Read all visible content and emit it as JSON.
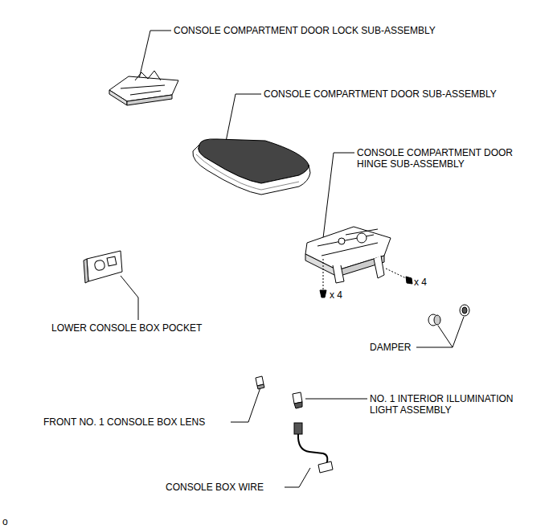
{
  "diagram": {
    "labels": [
      "CONSOLE COMPARTMENT DOOR LOCK SUB-ASSEMBLY",
      "CONSOLE COMPARTMENT DOOR SUB-ASSEMBLY",
      "CONSOLE COMPARTMENT DOOR HINGE SUB-ASSEMBLY",
      "x 4",
      "x 4",
      "LOWER CONSOLE BOX POCKET",
      "DAMPER",
      "NO. 1 INTERIOR ILLUMINATION LIGHT ASSEMBLY",
      "FRONT NO. 1 CONSOLE BOX LENS",
      "CONSOLE BOX WIRE",
      "o"
    ]
  }
}
